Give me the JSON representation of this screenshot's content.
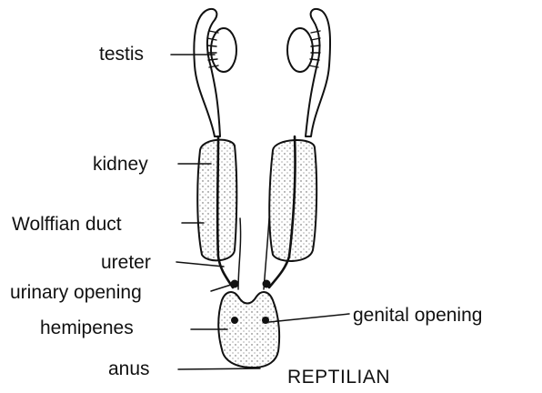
{
  "labels": {
    "testis": "testis",
    "kidney": "kidney",
    "wolffian_duct": "Wolffian duct",
    "ureter": "ureter",
    "urinary_opening": "urinary opening",
    "hemipenes": "hemipenes",
    "genital_opening": "genital opening",
    "anus": "anus"
  },
  "title": "REPTILIAN"
}
